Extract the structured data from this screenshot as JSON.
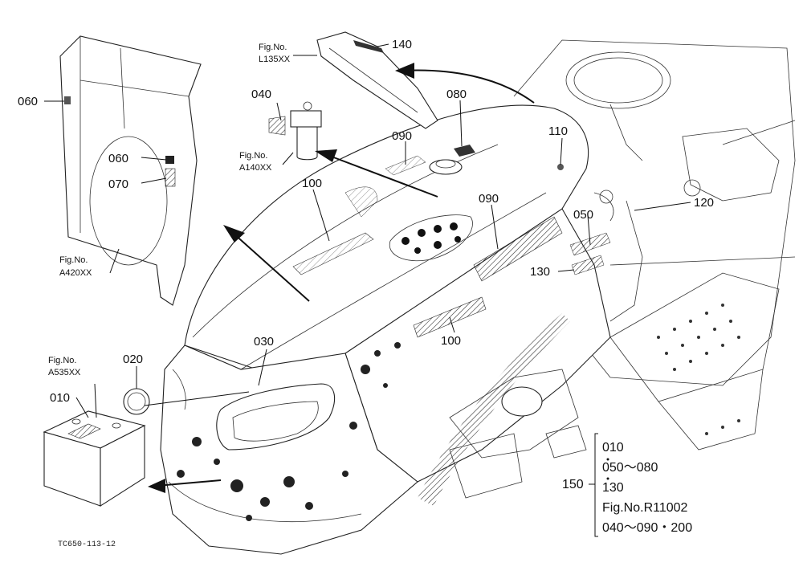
{
  "callouts": {
    "c060a": "060",
    "c060b": "060",
    "c070": "070",
    "c040": "040",
    "c140": "140",
    "c080": "080",
    "c090a": "090",
    "c090b": "090",
    "c100a": "100",
    "c100b": "100",
    "c110": "110",
    "c120": "120",
    "c050": "050",
    "c130": "130",
    "c030": "030",
    "c020": "020",
    "c010": "010",
    "c150": "150"
  },
  "refs": {
    "l135_a": "Fig.No.",
    "l135_b": "L135XX",
    "a140_a": "Fig.No.",
    "a140_b": "A140XX",
    "a420_a": "Fig.No.",
    "a420_b": "A420XX",
    "a535_a": "Fig.No.",
    "a535_b": "A535XX"
  },
  "bracket": {
    "line1": "010",
    "line2": "050～080",
    "line3": "130",
    "line4": "Fig.No.R11002",
    "line5": "040～090・200"
  },
  "caption": "TC650-113-12"
}
